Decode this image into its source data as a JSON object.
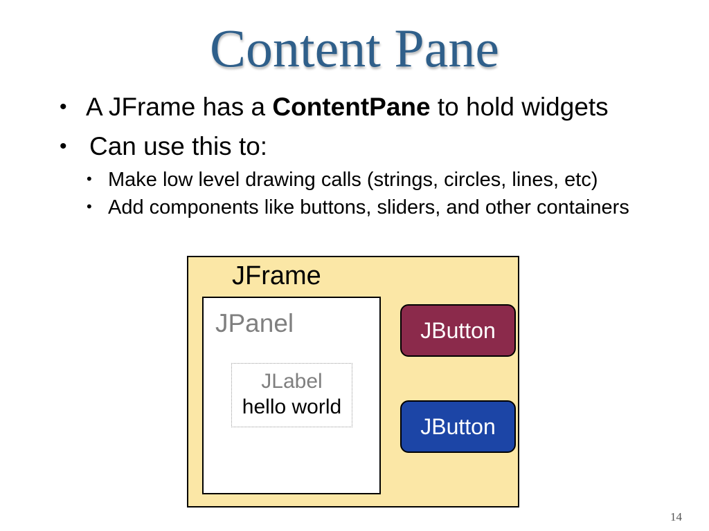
{
  "slide": {
    "title": "Content Pane",
    "page_number": "14"
  },
  "bullets": {
    "level1": [
      {
        "marker": "•",
        "parts": [
          "A JFrame has a ",
          "ContentPane",
          " to hold widgets"
        ]
      },
      {
        "marker": "•",
        "text": "Can use this to:"
      }
    ],
    "level2": [
      {
        "marker": "•",
        "text": "Make low level drawing calls (strings, circles, lines, etc)"
      },
      {
        "marker": "•",
        "text": "Add components like buttons, sliders, and other containers"
      }
    ]
  },
  "diagram": {
    "frame_label": "JFrame",
    "panel_label": "JPanel",
    "label_caption": "JLabel",
    "label_text": "hello world",
    "buttons": [
      {
        "label": "JButton",
        "color": "#8b2a4b"
      },
      {
        "label": "JButton",
        "color": "#1c45a6"
      }
    ],
    "colors": {
      "frame_bg": "#fbe7a6",
      "title": "#2f5f8a",
      "panel_label": "#7f7f7f"
    }
  }
}
